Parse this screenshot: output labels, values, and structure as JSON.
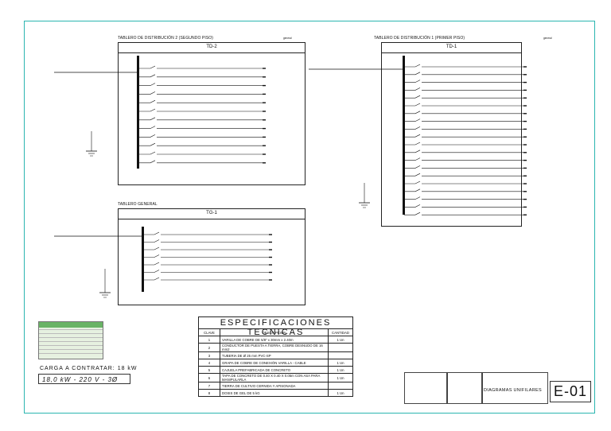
{
  "title_block": {
    "sheet_code": "E-01",
    "sheet_name": "DIAGRAMAS UNIFILARES"
  },
  "boards": {
    "td2": {
      "title": "TABLERO DE DISTRIBUCIÓN 2 (SEGUNDO PISO)",
      "label": "TD-2"
    },
    "td1": {
      "title": "TABLERO DE DISTRIBUCIÓN 1 (PRIMER PISO)",
      "label": "TD-1"
    },
    "tg": {
      "title": "TABLERO GENERAL",
      "label": "TG-1"
    }
  },
  "specs": {
    "heading": "ESPECIFICACIONES TECNICAS",
    "col_key": "CLAVE",
    "col_desc": "DESCRIPCION",
    "col_qty": "CANTIDAD",
    "rows": [
      {
        "key": "1",
        "desc": "VARILLA DE COBRE DE 5/8\" x 30mm x 2.40m",
        "qty": "1 Un"
      },
      {
        "key": "2",
        "desc": "CONDUCTOR DE PUESTA A TIERRA, COBRE DESNUDO DE 16 mm2",
        "qty": ""
      },
      {
        "key": "3",
        "desc": "TUBERIA DE Ø 25 mm PVC-SP",
        "qty": ""
      },
      {
        "key": "4",
        "desc": "GRAPA DE COBRE DE CONEXIÓN VARILLA - CABLE",
        "qty": "1 Un"
      },
      {
        "key": "5",
        "desc": "CAJUELA PREFABRICADA DE CONCRETO",
        "qty": "1 Un"
      },
      {
        "key": "6",
        "desc": "TAPA DE CONCRETO DE 0.40 X 0.40 X 0.05m CON ASA PARA MANIPULARLA",
        "qty": "1 Un"
      },
      {
        "key": "7",
        "desc": "TIERRA DE CULTIVO CERNIDA Y APISONADA",
        "qty": ""
      },
      {
        "key": "8",
        "desc": "DOSIS DE GEL DE 5 kG",
        "qty": "1 Un"
      }
    ]
  },
  "load": {
    "label": "CARGA A CONTRATAR: 18 kW",
    "value": "18,0 kW - 220 V - 3Ø"
  }
}
